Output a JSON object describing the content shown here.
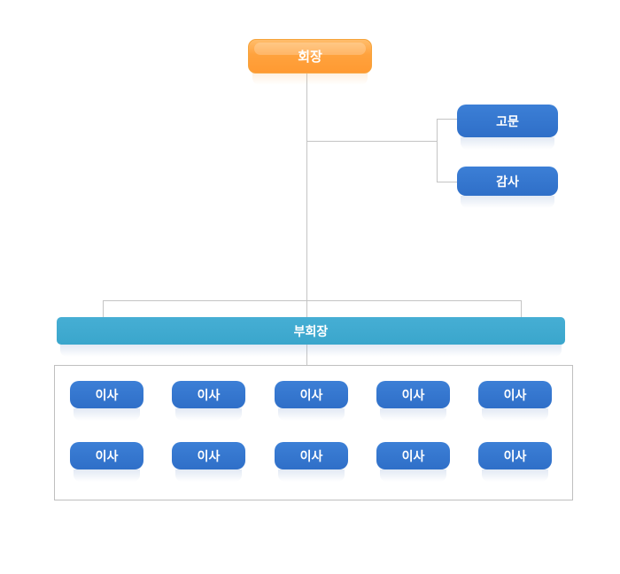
{
  "chairman": "회장",
  "advisor": "고문",
  "auditor": "감사",
  "vice_chairman": "부회장",
  "directors": {
    "row1": [
      "이사",
      "이사",
      "이사",
      "이사",
      "이사"
    ],
    "row2": [
      "이사",
      "이사",
      "이사",
      "이사",
      "이사"
    ]
  },
  "colors": {
    "chairman": "#ffa23d",
    "advisor": "#2f6fc8",
    "vice_chairman": "#3aa6cc",
    "connector": "#c4c4c4"
  }
}
